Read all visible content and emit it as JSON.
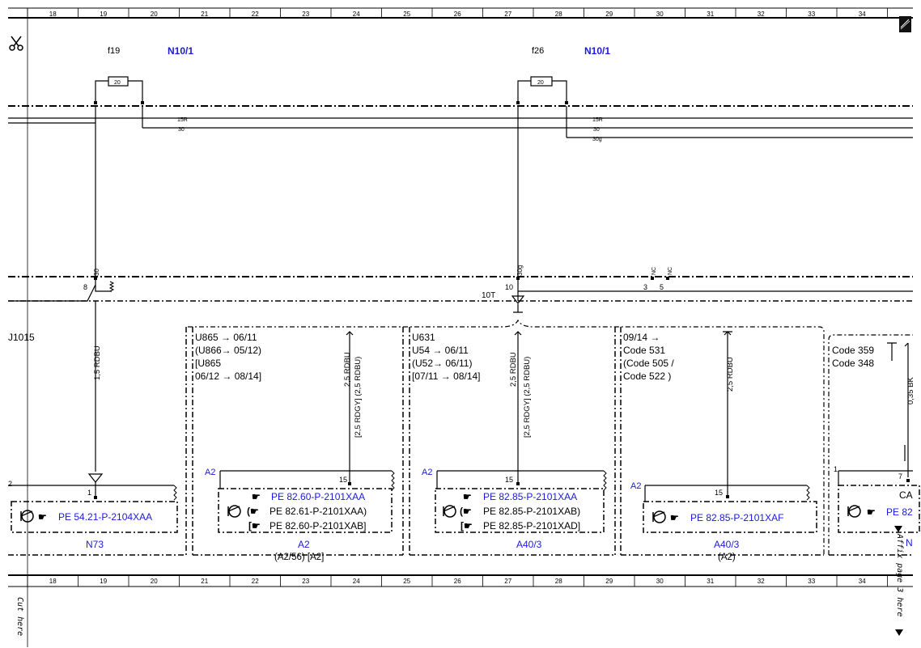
{
  "ruler_numbers": [
    "18",
    "19",
    "20",
    "21",
    "22",
    "23",
    "24",
    "25",
    "26",
    "27",
    "28",
    "29",
    "30",
    "31",
    "32",
    "33",
    "34"
  ],
  "fuses": {
    "f19": {
      "name": "f19",
      "module": "N10/1",
      "rating": "20"
    },
    "f26": {
      "name": "f26",
      "module": "N10/1",
      "rating": "20"
    }
  },
  "bus_labels": {
    "bus_15r": "15R",
    "bus_30": "30",
    "bus_30g": "30g"
  },
  "connector_top": {
    "pin_30_label": "30",
    "pin_30g_label": "30g",
    "nc1": "NC",
    "nc2": "NC",
    "pin_8": "8",
    "pin_10": "10",
    "pin_10T": "10T",
    "pin_3": "3",
    "pin_5": "5"
  },
  "sections": {
    "n73": {
      "code_text": "J1015",
      "wire": "1,5 RDBU",
      "pin": "1",
      "ref": "PE 54.21-P-2104XAA",
      "component": "N73",
      "left_pin": "2"
    },
    "a2": {
      "code_lines": [
        "U865 → 06/11",
        "(U866→ 05/12)",
        "[U865",
        " 06/12 → 08/14]"
      ],
      "wire_top": "2,5 RDBU",
      "wire_bottom": "[2,5 RDGY] (2,5 RDBU)",
      "module_label": "A2",
      "pin": "15",
      "ref1": "PE 82.60-P-2101XAA",
      "ref2": "PE 82.61-P-2101XAA)",
      "ref3": "PE 82.60-P-2101XAB]",
      "component": "A2",
      "sub_label": "(A2/56)  [A2]"
    },
    "a40_1": {
      "code_lines": [
        "U631",
        "U54  → 06/11",
        "(U52→ 06/11)",
        "[07/11 → 08/14]"
      ],
      "wire_top": "2,5 RDBU",
      "wire_bottom": "[2,5 RDGY] (2,5 RDBU)",
      "module_label": "A2",
      "pin": "15",
      "ref1": "PE 82.85-P-2101XAA",
      "ref2": "PE 82.85-P-2101XAB)",
      "ref3": "PE 82.85-P-2101XAD]",
      "component": "A40/3"
    },
    "a40_2": {
      "code_lines": [
        "09/14 →",
        "Code 531",
        "(Code 505  /",
        " Code 522  )"
      ],
      "wire": "2,5 RDBU",
      "module_label": "A2",
      "pin": "15",
      "ref": "PE 82.85-P-2101XAF",
      "component": "A40/3",
      "sub_label": "(A2)"
    },
    "right": {
      "code_lines": [
        "Code 359",
        "Code 348"
      ],
      "wire": "0,35 BK",
      "pin_1": "1",
      "pin_7": "7",
      "ca_text": "CA",
      "ref": "PE 82",
      "comp_partial": "N"
    }
  },
  "side_text": {
    "cut_here": "Cut here",
    "affix": "Affix page 3 here"
  },
  "colors": {
    "link_blue": "#1a1adc",
    "line": "#000000"
  },
  "icons": [
    "scissors-icon",
    "page-corner-icon",
    "transistor-symbol",
    "hand-pointer-icon",
    "ground-symbol",
    "fuse-symbol"
  ]
}
